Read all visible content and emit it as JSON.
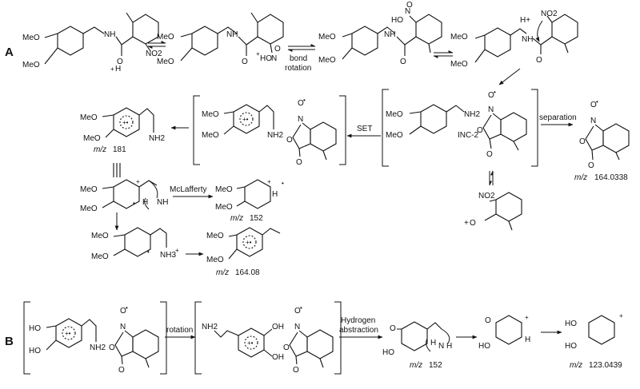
{
  "panels": {
    "a": "A",
    "b": "B"
  },
  "arrow_labels": {
    "bond_rotation_1": "bond",
    "bond_rotation_2": "rotation",
    "set": "SET",
    "separation": "separation",
    "mclafferty": "McLafferty",
    "rotation": "rotation",
    "hydrogen_1": "Hydrogen",
    "hydrogen_2": "abstraction"
  },
  "atom_labels": {
    "meo": "MeO",
    "nh": "NH",
    "nh2": "NH2",
    "nh3": "NH3",
    "no2": "NO2",
    "ho": "HO",
    "oh": "OH",
    "o": "O",
    "h": "H",
    "n": "N",
    "hplus": "H+",
    "plus": "+",
    "radical": "•",
    "radical_cation": "+•"
  },
  "intermediate_label": "INC-2",
  "mz": {
    "prefix": "m/z",
    "m181": "181",
    "m152": "152",
    "m164_08": "164.08",
    "m164_0338": "164.0338",
    "m152_b": "152",
    "m123_0439": "123.0439"
  }
}
